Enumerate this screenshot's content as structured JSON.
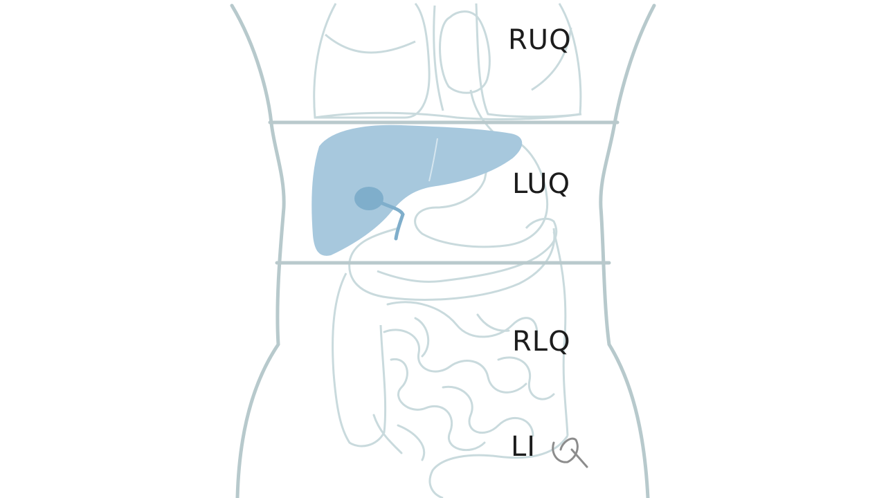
{
  "diagram": {
    "labels": {
      "ruq": "RUQ",
      "luq": "LUQ",
      "rlq": "RLQ",
      "li": "LI"
    },
    "colors": {
      "background": "#ffffff",
      "outline": "#c9dadd",
      "torso_outline": "#b7c9cc",
      "divider": "#b9c9cc",
      "liver_fill": "#a7c8dd",
      "gallbladder_fill": "#7faecb",
      "label_text": "#1c1c1c"
    },
    "highlighted_organ": "liver"
  }
}
